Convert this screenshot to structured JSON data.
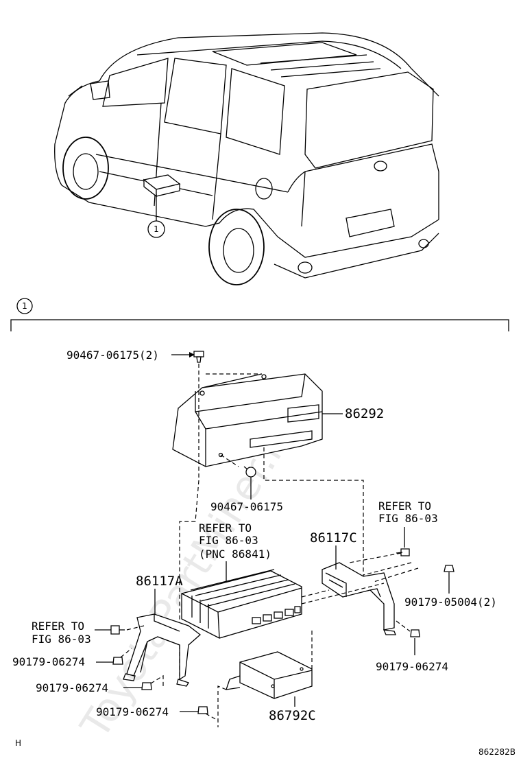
{
  "callout": {
    "number": "1"
  },
  "watermark": "ToyotaPartMiner.ru",
  "labels": {
    "p90467_06175_2": "90467-06175(2)",
    "p86292": "86292",
    "p90467_06175": "90467-06175",
    "refer_fig_a_1": "REFER TO",
    "refer_fig_a_2": "FIG 86-03",
    "refer_fig_a_3": "(PNC 86841)",
    "refer_fig_b_1": "REFER TO",
    "refer_fig_b_2": "FIG 86-03",
    "p86117c": "86117C",
    "p86117a": "86117A",
    "p90179_05004_2": "90179-05004(2)",
    "refer_fig_c_1": "REFER TO",
    "refer_fig_c_2": "FIG 86-03",
    "p90179_06274_a": "90179-06274",
    "p90179_06274_b": "90179-06274",
    "p90179_06274_c": "90179-06274",
    "p90179_06274_d": "90179-06274",
    "p86792c": "86792C"
  },
  "footer": {
    "left_code": "H",
    "figure_code": "862282B"
  }
}
